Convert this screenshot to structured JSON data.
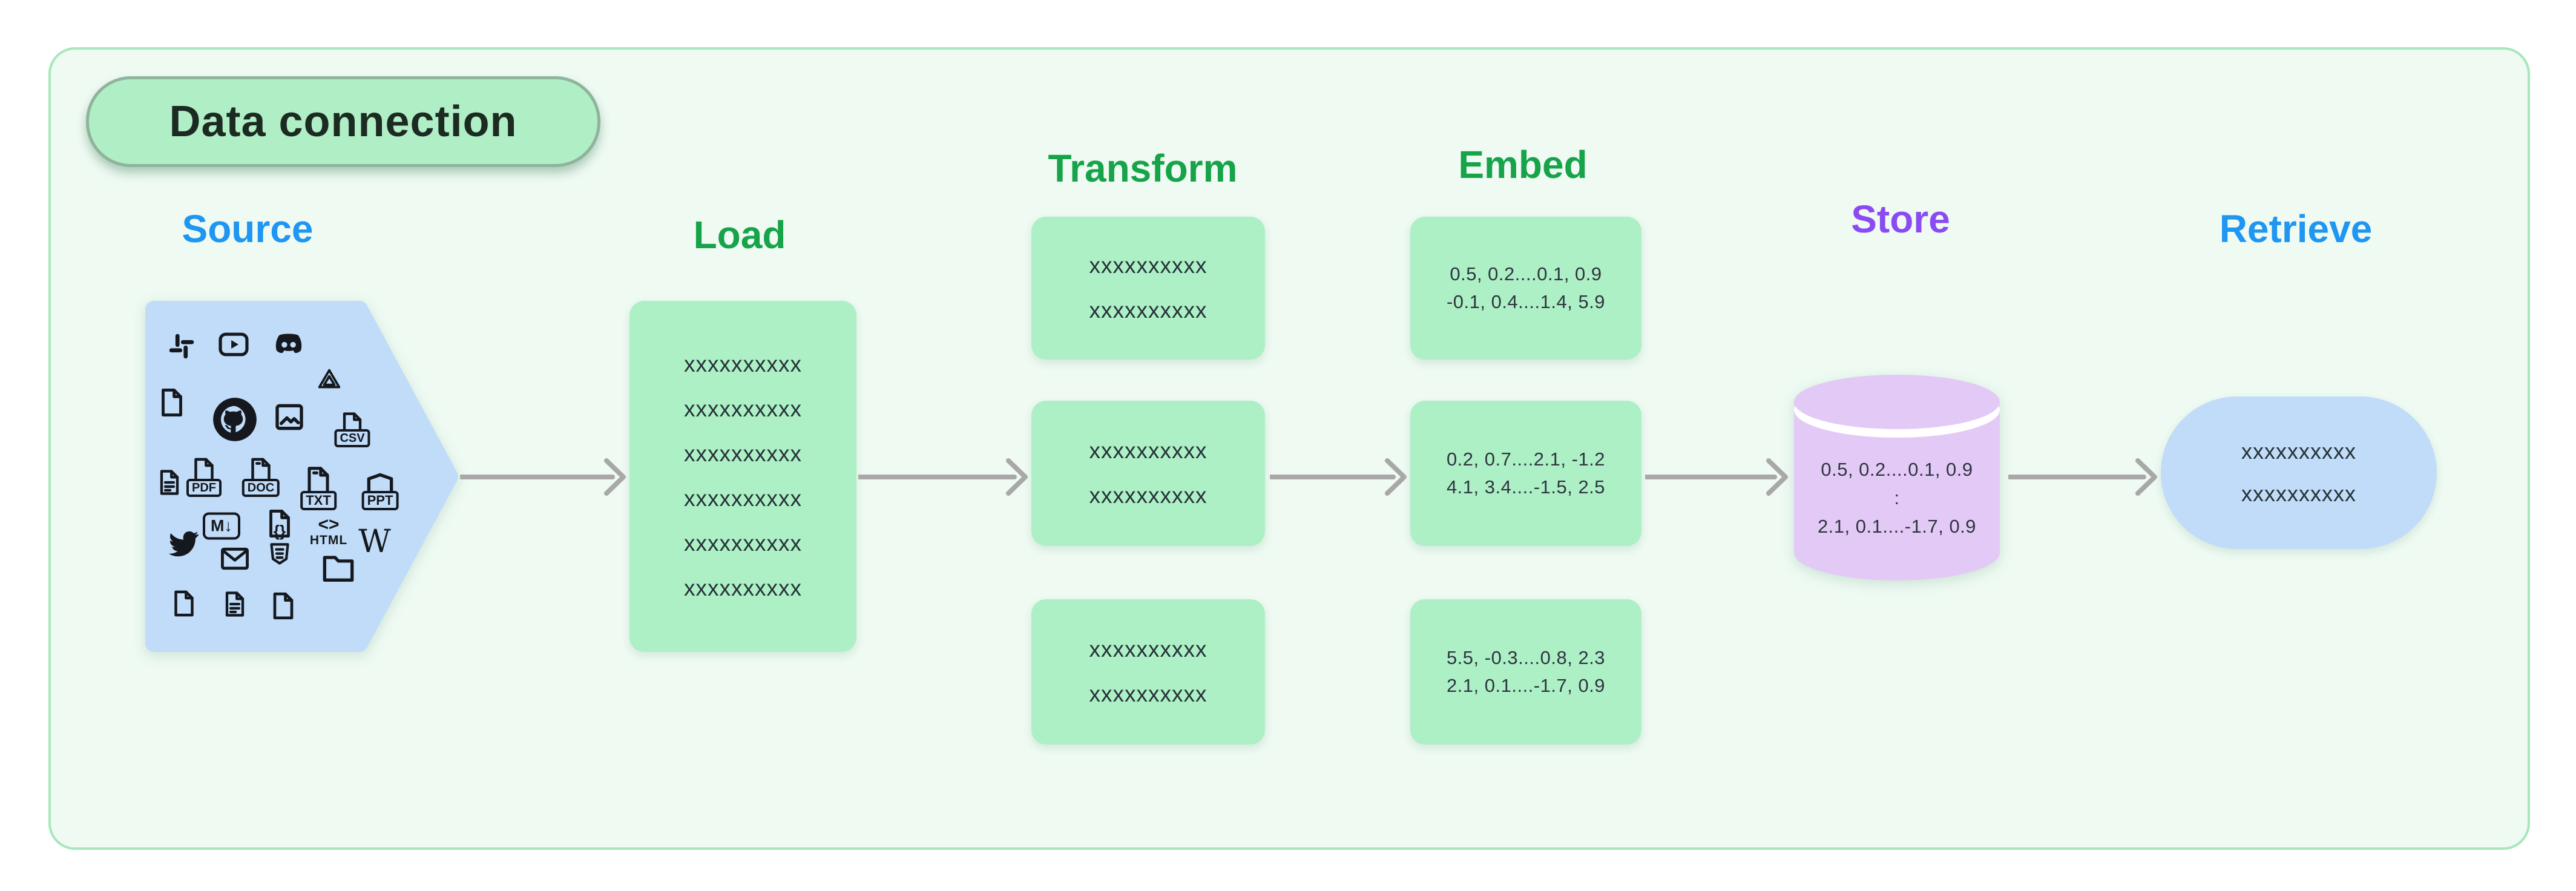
{
  "diagram": {
    "title": "Data connection",
    "colors": {
      "page_bg": "#ffffff",
      "canvas_bg": "#eefaf2",
      "canvas_border": "#a6e8bb",
      "pill_fill": "#b0eec6",
      "pill_border": "#8fb49c",
      "accent_blue": "#1e96f2",
      "accent_green": "#16a34a",
      "accent_purple": "#8a4bf5",
      "box_green": "#adf0c6",
      "box_blue": "#c0dcf9",
      "cylinder_purple": "#e3caf6",
      "arrow_gray": "#a8a8a8",
      "dark_text": "#263238"
    }
  },
  "stages": {
    "source": {
      "label": "Source",
      "icons": [
        {
          "name": "slack-icon"
        },
        {
          "name": "youtube-icon"
        },
        {
          "name": "discord-icon"
        },
        {
          "name": "file-icon"
        },
        {
          "name": "github-icon"
        },
        {
          "name": "image-icon"
        },
        {
          "name": "google-drive-icon"
        },
        {
          "name": "csv-file-icon",
          "label": "CSV"
        },
        {
          "name": "file-text-icon"
        },
        {
          "name": "pdf-file-icon",
          "label": "PDF"
        },
        {
          "name": "doc-file-icon",
          "label": "DOC"
        },
        {
          "name": "txt-file-icon",
          "label": "TXT"
        },
        {
          "name": "ppt-file-icon",
          "label": "PPT"
        },
        {
          "name": "markdown-icon",
          "label": "M↓"
        },
        {
          "name": "json-file-icon",
          "label": "{}"
        },
        {
          "name": "html-icon",
          "label": "<>",
          "sublabel": "HTML"
        },
        {
          "name": "wikipedia-icon",
          "label": "W"
        },
        {
          "name": "twitter-icon"
        },
        {
          "name": "mail-icon"
        },
        {
          "name": "css-shield-icon"
        },
        {
          "name": "folder-icon"
        },
        {
          "name": "file-icon-2"
        },
        {
          "name": "file-text-icon-2"
        },
        {
          "name": "file-icon-3"
        }
      ]
    },
    "load": {
      "label": "Load",
      "lines": [
        "xxxxxxxxxx",
        "xxxxxxxxxx",
        "xxxxxxxxxx",
        "xxxxxxxxxx",
        "xxxxxxxxxx",
        "xxxxxxxxxx"
      ]
    },
    "transform": {
      "label": "Transform",
      "boxes": [
        {
          "lines": [
            "xxxxxxxxxx",
            "xxxxxxxxxx"
          ]
        },
        {
          "lines": [
            "xxxxxxxxxx",
            "xxxxxxxxxx"
          ]
        },
        {
          "lines": [
            "xxxxxxxxxx",
            "xxxxxxxxxx"
          ]
        }
      ]
    },
    "embed": {
      "label": "Embed",
      "boxes": [
        {
          "lines": [
            "0.5, 0.2....0.1, 0.9",
            "-0.1, 0.4....1.4, 5.9"
          ]
        },
        {
          "lines": [
            "0.2, 0.7....2.1, -1.2",
            "4.1, 3.4....-1.5, 2.5"
          ]
        },
        {
          "lines": [
            "5.5, -0.3....0.8, 2.3",
            "2.1, 0.1....-1.7, 0.9"
          ]
        }
      ]
    },
    "store": {
      "label": "Store",
      "lines": [
        "0.5, 0.2....0.1, 0.9",
        ":",
        "2.1, 0.1....-1.7, 0.9"
      ]
    },
    "retrieve": {
      "label": "Retrieve",
      "lines": [
        "xxxxxxxxxx",
        "xxxxxxxxxx"
      ]
    }
  }
}
